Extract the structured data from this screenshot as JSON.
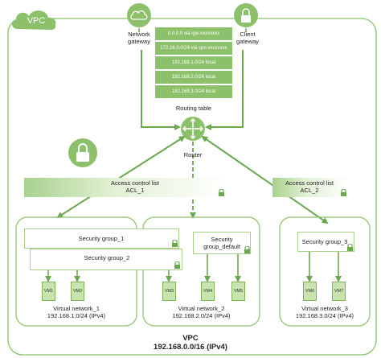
{
  "vpc_badge": "VPC",
  "network_gateway": {
    "line1": "Network",
    "line2": "gateway"
  },
  "client_gateway": {
    "line1": "Client",
    "line2": "gateway"
  },
  "routing_table": {
    "title": "Routing table",
    "rows": [
      "0.0.0.0 via igw-xxxxxxxx",
      "172.16.0.0/24 via vpn-xxxxxxxx",
      "192.168.1.0/24 local",
      "192.168.2.0/24 local",
      "192.168.3.0/24 local"
    ]
  },
  "router_label": "Router",
  "acl_1": {
    "line1": "Access control list",
    "line2": "ACL_1"
  },
  "acl_2": {
    "line1": "Access control list",
    "line2": "ACL_2"
  },
  "security_groups": {
    "sg1": "Security group_1",
    "sg2": "Security group_2",
    "sg_default_1": "Security",
    "sg_default_2": "group_default",
    "sg3": "Security group_3"
  },
  "vms": [
    "VM1",
    "VM2",
    "VM3",
    "VM4",
    "VM5",
    "VM6",
    "VM7"
  ],
  "networks": [
    {
      "name": "Virtual network_1",
      "cidr": "192.168.1.0/24 (IPv4)"
    },
    {
      "name": "Virtual network_2",
      "cidr": "192.168.2.0/24 (IPv4)"
    },
    {
      "name": "Virtual network_3",
      "cidr": "192.168.3.0/24 (IPv4)"
    }
  ],
  "vpc_footer": {
    "name": "VPC",
    "cidr": "192.168.0.0/16 (IPv4)"
  },
  "colors": {
    "accent": "#8dc06a",
    "line": "#6aa84f",
    "dashed": "#7aa65a"
  }
}
